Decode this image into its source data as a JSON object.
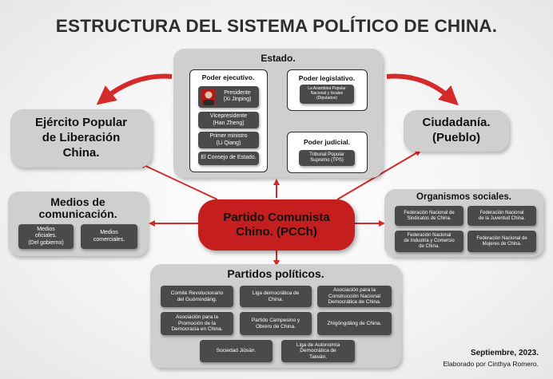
{
  "title": "ESTRUCTURA DEL  SISTEMA POLÍTICO DE CHINA.",
  "estado": {
    "heading": "Estado.",
    "ejecutivo": {
      "heading": "Poder ejecutivo.",
      "presidente_line1": "Presidente",
      "presidente_line2": "(Xi Jinping)",
      "vice_line1": "Vicepresidente",
      "vice_line2": "(Han Zheng)",
      "primer_line1": "Primer ministro",
      "primer_line2": "(Li Qiang)",
      "consejo": "El Consejo de Estado."
    },
    "legislativo": {
      "heading": "Poder legislativo.",
      "line1": "La Asamblea Popular",
      "line2": "Nacional y locales",
      "line3": "(Diputados)"
    },
    "judicial": {
      "heading": "Poder judicial.",
      "line1": "Tribunal Popular",
      "line2": "Supremo (TPS)"
    }
  },
  "ejercito": {
    "line1": "Ejército Popular",
    "line2": "de Liberación",
    "line3": "China."
  },
  "ciudadania": {
    "line1": "Ciudadanía.",
    "line2": "(Pueblo)"
  },
  "medios": {
    "heading_line1": "Medios de",
    "heading_line2": "comunicación.",
    "oficiales_line1": "Medios",
    "oficiales_line2": "oficiales.",
    "oficiales_line3": "(Del gobierno)",
    "comerciales_line1": "Medios",
    "comerciales_line2": "comerciales."
  },
  "pcch": {
    "line1": "Partido Comunista",
    "line2": "Chino. (PCCh)"
  },
  "organismos": {
    "heading": "Organismos sociales.",
    "items": [
      [
        "Federación Nacional de",
        "Sindicatos de China."
      ],
      [
        "Federación Nacional",
        "de la Juventud China."
      ],
      [
        "Federación Nacional",
        "de Industria y Comercio",
        "de China."
      ],
      [
        "Federación Nacional de",
        "Mujeres de China."
      ]
    ]
  },
  "partidos": {
    "heading": "Partidos políticos.",
    "items": [
      [
        "Comité Revolucionario",
        "del Guómíndǎng."
      ],
      [
        "Liga democrática de",
        "China."
      ],
      [
        "Asociación para la",
        "Construcción Nacional",
        "Democrática de China."
      ],
      [
        "Asociación para la",
        "Promoción de la",
        "Democracia en China."
      ],
      [
        "Partido Campesino y",
        "Obrero de China."
      ],
      [
        "Zhìgōngdǎng de China."
      ],
      [
        "Sociedad Jiǔsān."
      ],
      [
        "Liga de Autonomía",
        "Democrática de",
        "Taiwán."
      ]
    ]
  },
  "footer": {
    "date": "Septiembre, 2023.",
    "author": "Elaborado por Cinthya Romero."
  },
  "colors": {
    "red": "#c41e1e",
    "panel": "#cfcfcf",
    "dark": "#4a4a4a"
  }
}
